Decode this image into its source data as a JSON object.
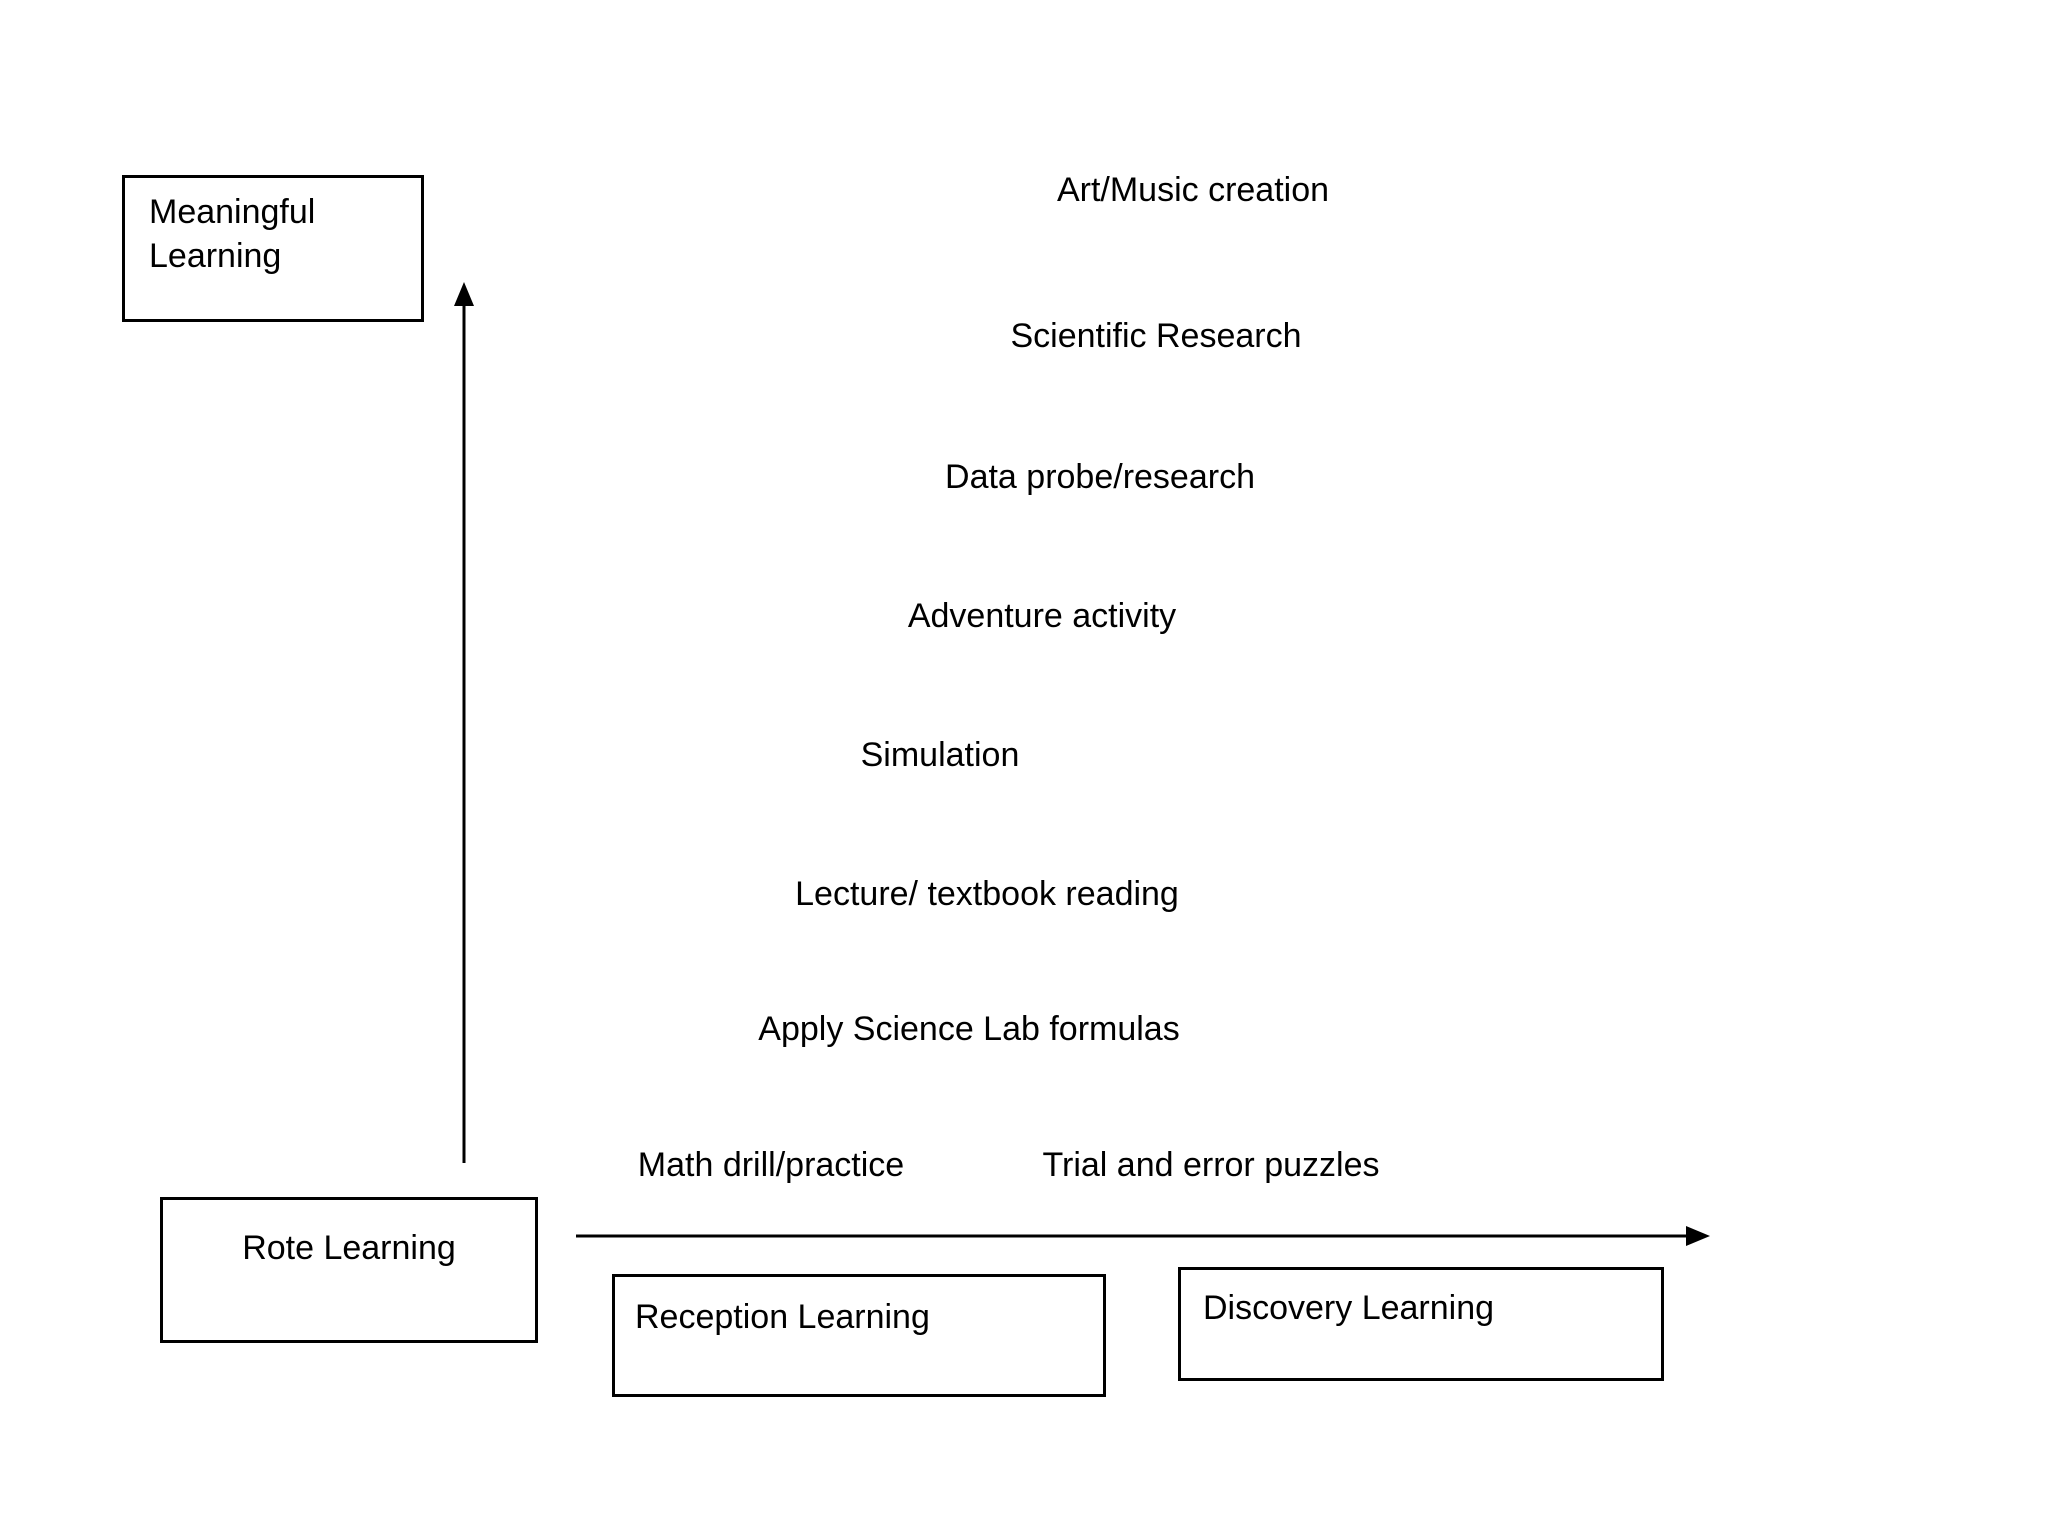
{
  "diagram": {
    "type": "quadrant-axis-diagram",
    "vertical_axis": {
      "top_label": "Meaningful Learning",
      "bottom_label": "Rote Learning"
    },
    "horizontal_axis": {
      "left_label": "Reception Learning",
      "right_label": "Discovery Learning"
    },
    "activities": [
      "Art/Music creation",
      "Scientific Research",
      "Data probe/research",
      "Adventure activity",
      "Simulation",
      "Lecture/ textbook reading",
      "Apply Science Lab formulas",
      "Math drill/practice",
      "Trial and error puzzles"
    ],
    "colors": {
      "ink": "#000000",
      "background": "#ffffff"
    }
  }
}
